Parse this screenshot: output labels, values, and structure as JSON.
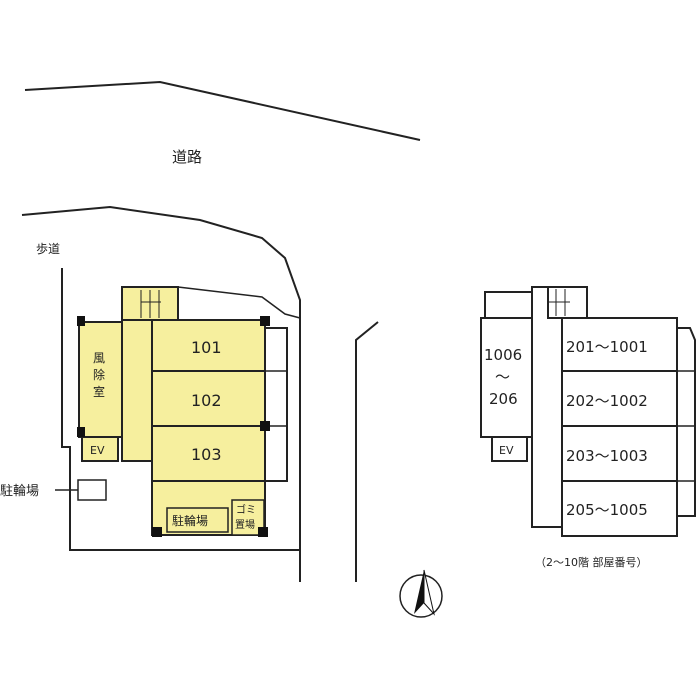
{
  "labels": {
    "road": "道路",
    "sidewalk": "歩道",
    "bicycle_parking_outside": "駐輪場",
    "wind_room": [
      "風",
      "除",
      "室"
    ],
    "ev_left": "EV",
    "ev_right": "EV",
    "bicycle_parking_inside": "駐輪場",
    "garbage": [
      "ゴミ",
      "置場"
    ]
  },
  "ground_floor_units": [
    "101",
    "102",
    "103"
  ],
  "upper_floor_units": [
    "201～1001",
    "202～1002",
    "203～1003",
    "205～1005"
  ],
  "upper_side_unit": [
    "1006",
    "～",
    "206"
  ],
  "upper_caption": "（2～10階 部屋番号）",
  "colors": {
    "unit_fill": "#f6ef9e",
    "line": "#222222"
  }
}
